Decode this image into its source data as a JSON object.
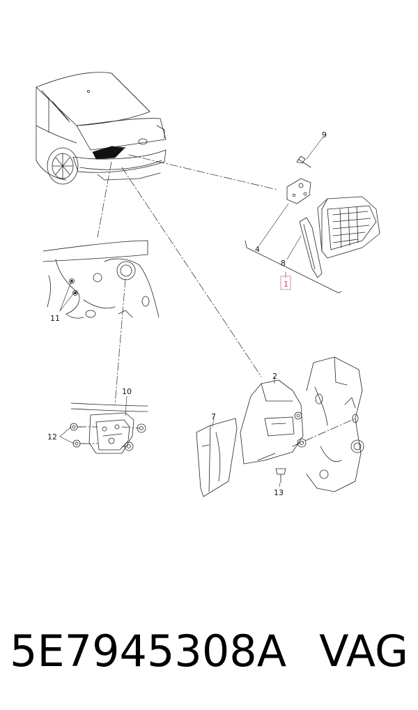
{
  "diagram": {
    "callouts": [
      {
        "id": "c1",
        "text": "1",
        "highlight": true
      },
      {
        "id": "c2",
        "text": "2"
      },
      {
        "id": "c4",
        "text": "4"
      },
      {
        "id": "c7",
        "text": "7"
      },
      {
        "id": "c8",
        "text": "8"
      },
      {
        "id": "c9",
        "text": "9"
      },
      {
        "id": "c10",
        "text": "10"
      },
      {
        "id": "c11",
        "text": "11"
      },
      {
        "id": "c12",
        "text": "12"
      },
      {
        "id": "c13",
        "text": "13"
      }
    ],
    "highlight_color": "#e8a0aa",
    "line_color": "#000000"
  },
  "footer": {
    "part_number": "5E7945308A",
    "brand": "VAG"
  }
}
